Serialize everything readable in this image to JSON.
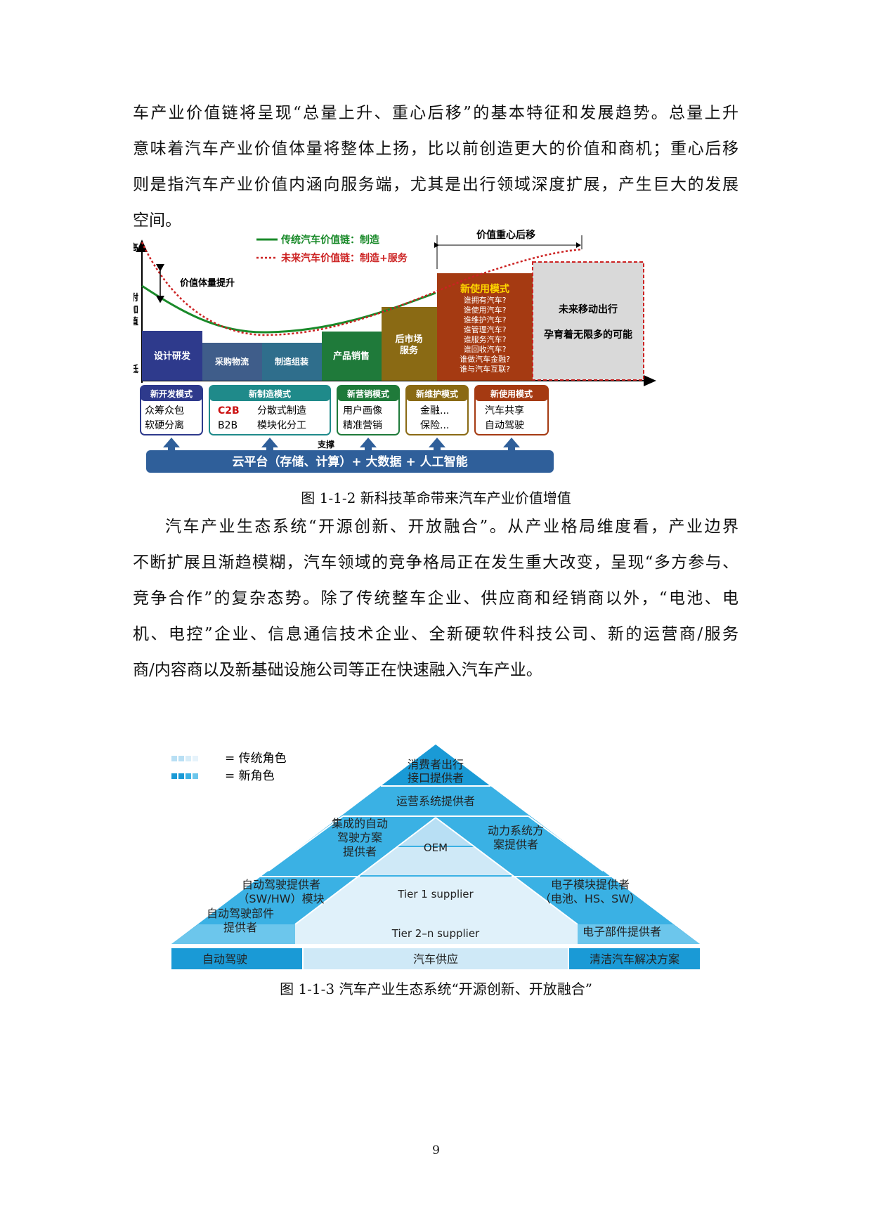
{
  "para1": [
    "车产业价值链将呈现“总量上升、重心后移”的基本特征和发展趋势。总量上升",
    "意味着汽车产业价值体量将整体上扬，比以前创造更大的价值和商机；重心后移",
    "则是指汽车产业价值内涵向服务端，尤其是出行领域深度扩展，产生巨大的发展",
    "空间。"
  ],
  "fig1": {
    "axis_high": "高",
    "axis_mid": [
      "附",
      "加",
      "值"
    ],
    "axis_low": "低",
    "legend_traditional": "传统汽车价值链：制造",
    "legend_future": "未来汽车价值链：制造+服务",
    "value_shift": "价值重心后移",
    "volume_up": "价值体量提升",
    "stages": [
      "设计研发",
      "采购物流",
      "制造组装",
      "产品销售",
      "后市场",
      "服务",
      "新使用模式"
    ],
    "new_use_questions": [
      "谁拥有汽车?",
      "谁使用汽车?",
      "谁维护汽车?",
      "谁管理汽车?",
      "谁服务汽车?",
      "谁回收汽车?",
      "谁做汽车金融?",
      "谁与汽车互联?"
    ],
    "future_box": [
      "未来移动出行",
      "孕育着无限多的可能"
    ],
    "modes": [
      {
        "title": "新开发模式",
        "items": [
          "众筹众包",
          "软硬分离"
        ]
      },
      {
        "title": "新制造模式",
        "items": [
          "C2B",
          "B2B",
          "分散式制造",
          "模块化分工"
        ]
      },
      {
        "title": "新营销模式",
        "items": [
          "用户画像",
          "精准营销"
        ]
      },
      {
        "title": "新维护模式",
        "items": [
          "金融...",
          "保险..."
        ]
      },
      {
        "title": "新使用模式",
        "items": [
          "汽车共享",
          "自动驾驶"
        ]
      }
    ],
    "support": "支撑",
    "platform": "云平台（存储、计算）+ 大数据 + 人工智能",
    "colors": {
      "design": "#2e3a8c",
      "purchase": "#3f5d8a",
      "manufacture": "#2f6e8c",
      "sales": "#1f7a3a",
      "after": "#8a6a14",
      "newuse": "#a53a12",
      "future": "#d9d9d9",
      "platform": "#2f5f9a"
    }
  },
  "caption1": "图 1-1-2 新科技革命带来汽车产业价值增值",
  "para2": [
    "汽车产业生态系统“开源创新、开放融合”。从产业格局维度看，产业边界",
    "不断扩展且渐趋模糊，汽车领域的竞争格局正在发生重大改变，呈现“多方参与、",
    "竞争合作”的复杂态势。除了传统整车企业、供应商和经销商以外，“电池、电",
    "机、电控”企业、信息通信技术企业、全新硬软件科技公司、新的运营商/服务",
    "商/内容商以及新基础设施公司等正在快速融入汽车产业。"
  ],
  "fig2": {
    "legend_traditional": "= 传统角色",
    "legend_new": "= 新角色",
    "top": [
      "消费者出行",
      "接口提供者"
    ],
    "operator": "运营系统提供者",
    "ad_solution": [
      "集成的自动",
      "驾驶方案",
      "提供者"
    ],
    "oem": "OEM",
    "power": [
      "动力系统方",
      "案提供者"
    ],
    "ad_module": [
      "自动驾驶提供者",
      "（SW/HW）模块"
    ],
    "tier1": "Tier 1 supplier",
    "e_module": [
      "电子模块提供者",
      "（电池、HS、SW）"
    ],
    "ad_parts": [
      "自动驾驶部件",
      "提供者"
    ],
    "tier2": "Tier 2–n supplier",
    "e_parts": "电子部件提供者",
    "base": [
      "自动驾驶",
      "汽车供应",
      "清洁汽车解决方案"
    ]
  },
  "caption2": "图 1-1-3 汽车产业生态系统“开源创新、开放融合”",
  "page_number": "9"
}
